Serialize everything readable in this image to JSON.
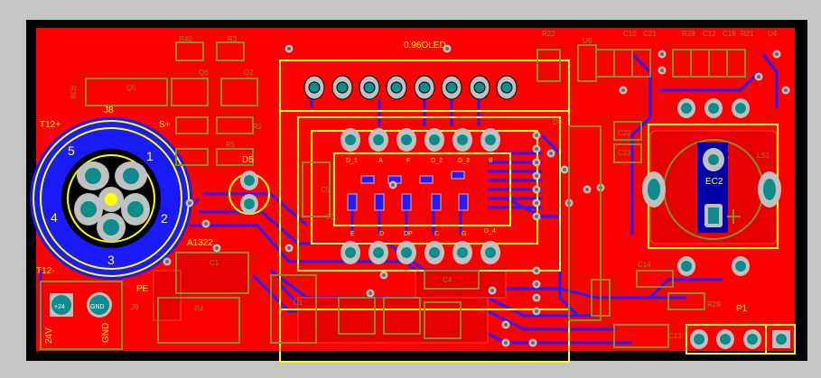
{
  "colors": {
    "background": "#c6c6c6",
    "board_edge": "#000000",
    "copper_top": "#ff0000",
    "copper_bottom": "#2a1aff",
    "silkscreen": "#ffff00",
    "overlay": "#8a8a2a",
    "pad": "#c0c0c0",
    "pad_hole": "#0d8c8c"
  },
  "labels": {
    "oled": "0.96OLED",
    "j8": "J8",
    "t12_plus": "T12+",
    "s_plus": "S+",
    "d5": "D5",
    "a1322": "A1322",
    "t12_minus": "T12-",
    "pe": "PE",
    "ec2": "EC2",
    "p1": "P1",
    "v24": "24V",
    "gnd": "GND",
    "pad_24": "+24",
    "pad_gnd": "GND",
    "pin_1": "1",
    "pin_2": "2",
    "pin_3": "3",
    "pin_4": "4",
    "pin_5": "5",
    "seg_d1": "D_1",
    "seg_a": "A",
    "seg_f": "F",
    "seg_d2": "D_2",
    "seg_d3": "D_3",
    "seg_b": "B",
    "seg_e": "E",
    "seg_d": "D",
    "seg_dp": "DP",
    "seg_c": "C",
    "seg_g": "G",
    "seg_d4": "D_4",
    "ref_r40": "R40",
    "ref_r3": "R3",
    "ref_r38": "R38",
    "ref_q5": "Q5",
    "ref_q6": "Q6",
    "ref_q2": "Q2",
    "ref_r2": "R2",
    "ref_r5": "R5",
    "ref_c1": "C1",
    "ref_r4": "R4",
    "ref_j9": "J9",
    "ref_c3": "C3",
    "ref_c4": "C4",
    "ref_c14": "C14",
    "ref_c13": "C13",
    "ref_c22": "C22",
    "ref_c23": "C23",
    "ref_r29": "R29",
    "ref_u4": "U4",
    "ref_ls1": "LS1",
    "ref_u1": "U1",
    "ref_u9": "U9",
    "ref_c10": "C10",
    "ref_c12": "C12",
    "ref_c21": "C21",
    "ref_c18": "C18",
    "ref_r28": "R28",
    "ref_r22": "R22",
    "ref_r21": "R21",
    "ref_ds": "DS",
    "ref_c5": "C5"
  }
}
